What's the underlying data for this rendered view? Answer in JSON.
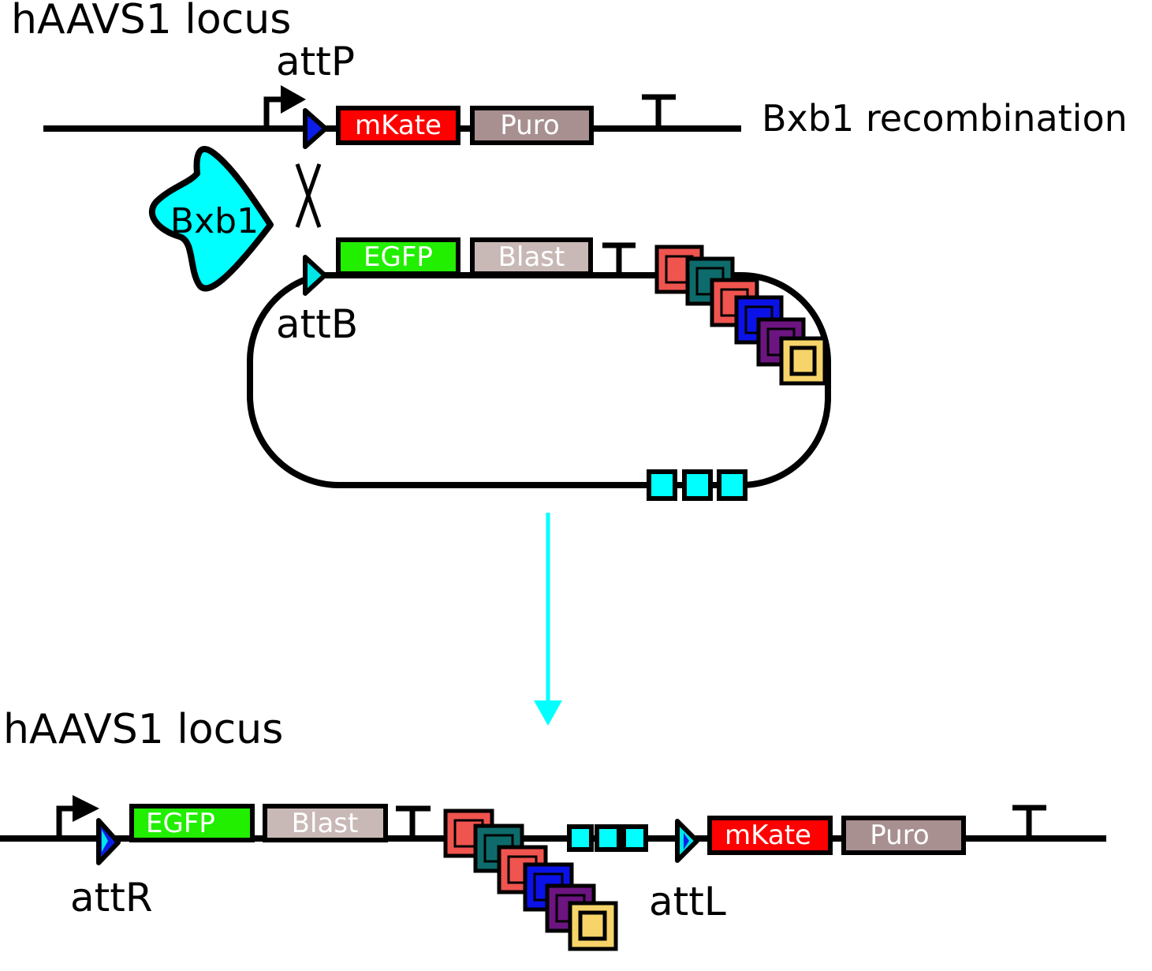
{
  "top": {
    "locus_label": "hAAVS1 locus",
    "site_label": "attP",
    "process_label": "Bxb1 recombination",
    "gene1": "mKate",
    "gene2": "Puro"
  },
  "plasmid": {
    "enzyme_label": "Bxb1",
    "site_label": "attB",
    "gene1": "EGFP",
    "gene2": "Blast"
  },
  "bottom": {
    "locus_label": "hAAVS1 locus",
    "site_left_label": "attR",
    "site_right_label": "attL",
    "gene1": "EGFP",
    "gene2": "Blast",
    "gene3": "mKate",
    "gene4": "Puro"
  },
  "colors": {
    "mKate": "#ff0000",
    "Puro": "#a89090",
    "EGFP": "#22ee00",
    "Blast": "#c8b8b6",
    "arrow": "#00ffff",
    "enzyme": "#00ffff",
    "attP_triangle": "#0a1ee8",
    "attB_triangle": "#00e5e5",
    "module_colors": [
      "#f0544f",
      "#0e6b6b",
      "#f0544f",
      "#0a12e8",
      "#6c1480",
      "#f6d46a"
    ]
  }
}
